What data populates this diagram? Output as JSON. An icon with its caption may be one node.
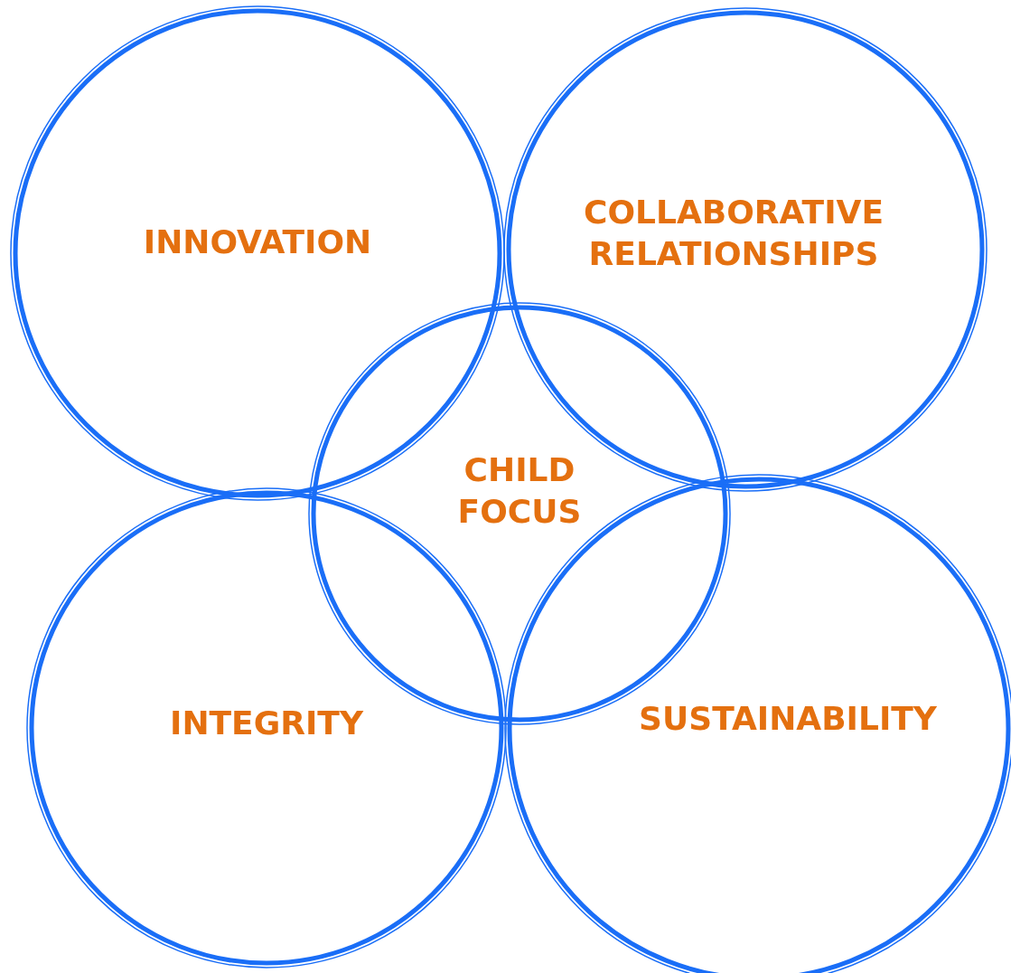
{
  "diagram": {
    "nodes": [
      {
        "text": [
          "INNOVATION"
        ]
      },
      {
        "text": [
          "COLLABORATIVE RELATIONSHIPS"
        ]
      },
      {
        "text": [
          "CHILD FOCUS"
        ]
      },
      {
        "text": [
          "INTEGRITY"
        ]
      },
      {
        "text": [
          "SUSTAINABILITY"
        ]
      }
    ]
  }
}
